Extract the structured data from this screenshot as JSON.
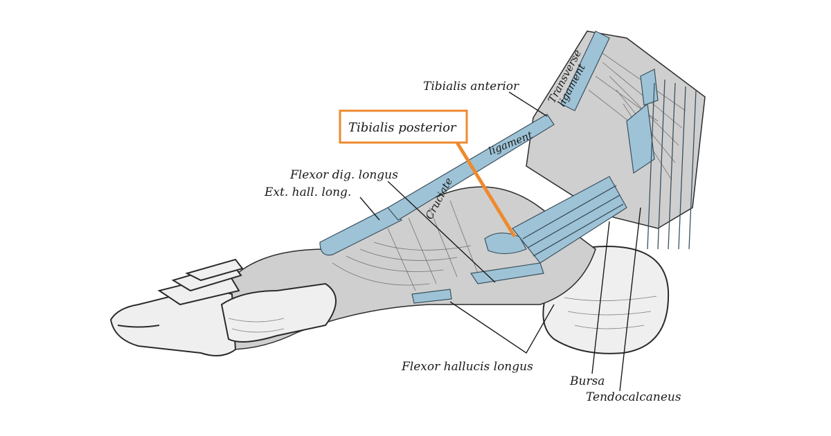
{
  "colors": {
    "tendon_sheath": "#9ec3d6",
    "highlight_box": "#ee8a2e",
    "ink": "#1a1a1a",
    "background": "#ffffff"
  },
  "labels": {
    "tibialis_anterior": "Tibialis anterior",
    "tibialis_posterior": "Tibialis posterior",
    "flexor_dig_longus": "Flexor dig. longus",
    "ext_hall_long": "Ext. hall. long.",
    "flexor_hallucis_longus": "Flexor hallucis longus",
    "bursa": "Bursa",
    "tendocalcaneus": "Tendocalcaneus",
    "cruciate": "Cruciate",
    "ligament": "ligament",
    "transverse": "Transverse",
    "transverse_ligament": "ligament"
  },
  "highlight": {
    "target": "Tibialis posterior"
  }
}
